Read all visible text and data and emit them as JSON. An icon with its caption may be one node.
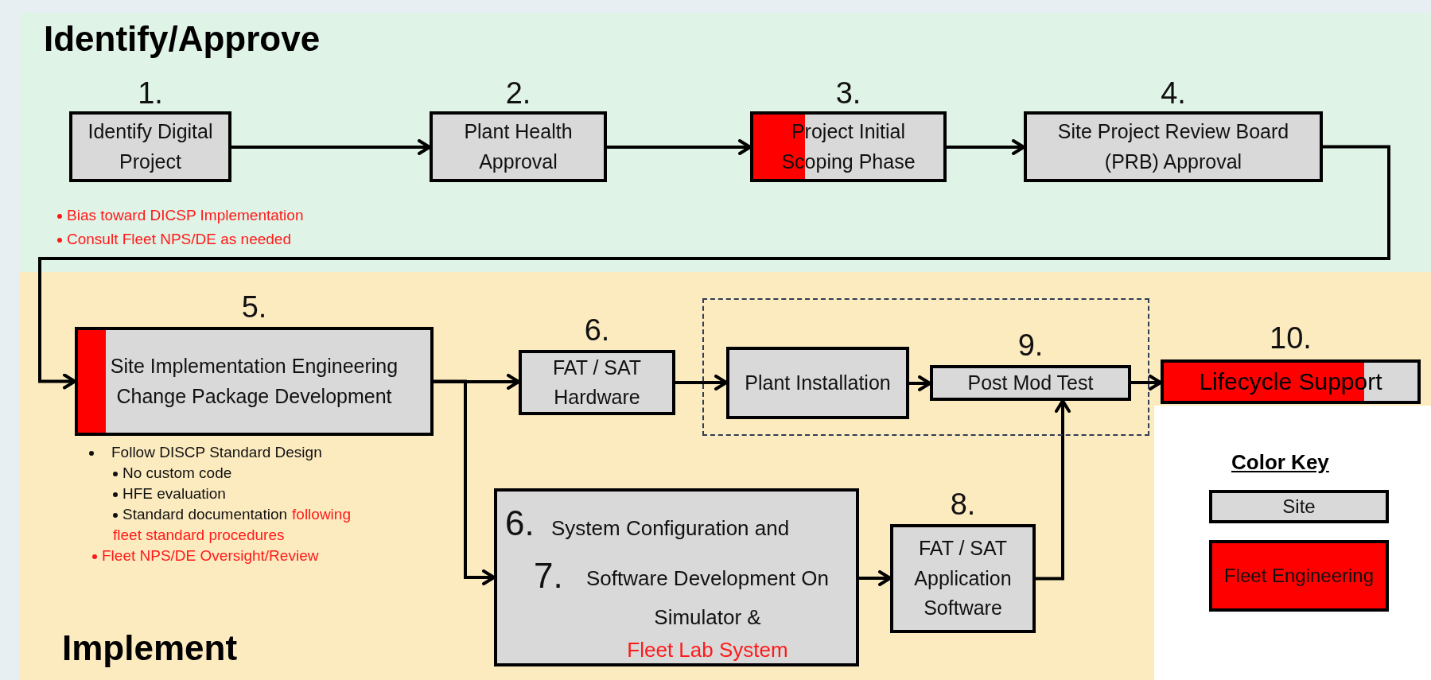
{
  "diagram": {
    "nodes": [
      {
        "text": [
          "1.",
          "Identify Digital Project"
        ],
        "beside": [
          "Bias toward DICSP Implementation",
          "Consult Fleet NPS/DE as needed"
        ]
      },
      {
        "text": [
          "2.",
          "Plant Health Approval"
        ]
      },
      {
        "text": [
          "3.",
          "Project Initial Scoping Phase"
        ]
      },
      {
        "text": [
          "4.",
          "Site Project Review Board (PRB) Approval"
        ]
      },
      {
        "text": [
          "5.",
          "Site Implementation Engineering Change Package Development"
        ],
        "beside": [
          "Follow DISCP Standard Design",
          "No custom code",
          "HFE evaluation",
          "Standard documentation",
          "following fleet standard procedures",
          "Fleet NPS/DE Oversight/Review"
        ]
      },
      {
        "text": [
          "6.",
          "FAT / SAT Hardware"
        ]
      },
      {
        "text": [],
        "shape": "box"
      },
      {
        "text": [
          "Plant Installation"
        ],
        "in": 6
      },
      {
        "text": [
          "9.",
          "Post Mod Test"
        ],
        "in": 6
      },
      {
        "text": [
          "10.",
          "Lifecycle Support"
        ]
      },
      {
        "text": [
          "6.",
          "System Configuration and",
          "7.",
          "Software Development On Simulator &",
          "Fleet Lab System"
        ]
      },
      {
        "text": [
          "8.",
          "FAT / SAT Application Software"
        ]
      }
    ],
    "edges": [
      {
        "from": 0,
        "to": 1,
        "arrow": "to"
      },
      {
        "from": 1,
        "to": 2,
        "arrow": "to"
      },
      {
        "from": 2,
        "to": 3,
        "arrow": "to"
      },
      {
        "from": 3,
        "to": 4,
        "arrow": "to"
      },
      {
        "from": 4,
        "to": 5,
        "arrow": "to"
      },
      {
        "from": 4,
        "to": 10,
        "arrow": "to"
      },
      {
        "from": 5,
        "to": 7,
        "arrow": "to"
      },
      {
        "from": 7,
        "to": 8,
        "arrow": "to"
      },
      {
        "from": 8,
        "to": 9,
        "arrow": "to"
      },
      {
        "from": 10,
        "to": 11,
        "arrow": "to"
      },
      {
        "from": 11,
        "to": 8,
        "arrow": "to"
      }
    ],
    "labels": [
      "Identify/Approve",
      "Implement",
      "Color Key"
    ],
    "legend": [
      {
        "text": "Site",
        "color": "#d9d9d9"
      },
      {
        "text": "Fleet Engineering",
        "color": "#ff0000"
      }
    ]
  }
}
